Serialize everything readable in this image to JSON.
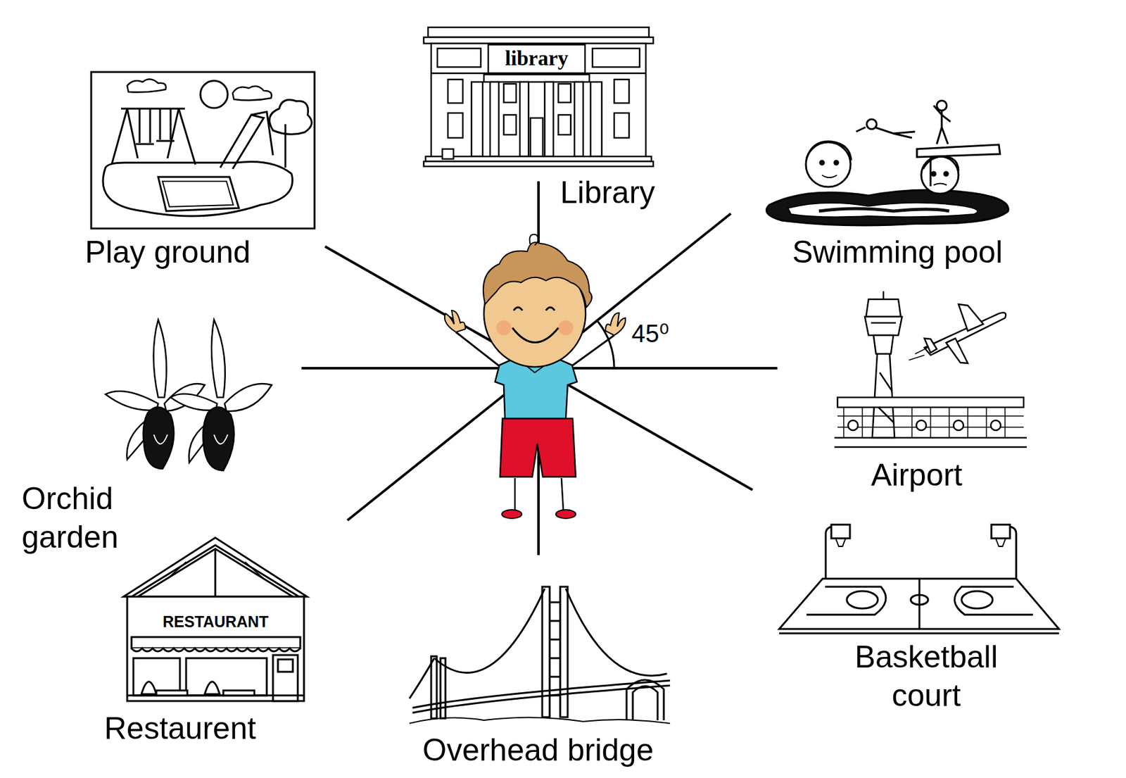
{
  "diagram": {
    "labels": [
      "library",
      "Library",
      "Play ground",
      "Swimming pool",
      "45⁰",
      "Airport",
      "Orchid garden",
      "Restaurent",
      "RESTAURANT",
      "Overhead bridge",
      "Basketball court"
    ]
  }
}
